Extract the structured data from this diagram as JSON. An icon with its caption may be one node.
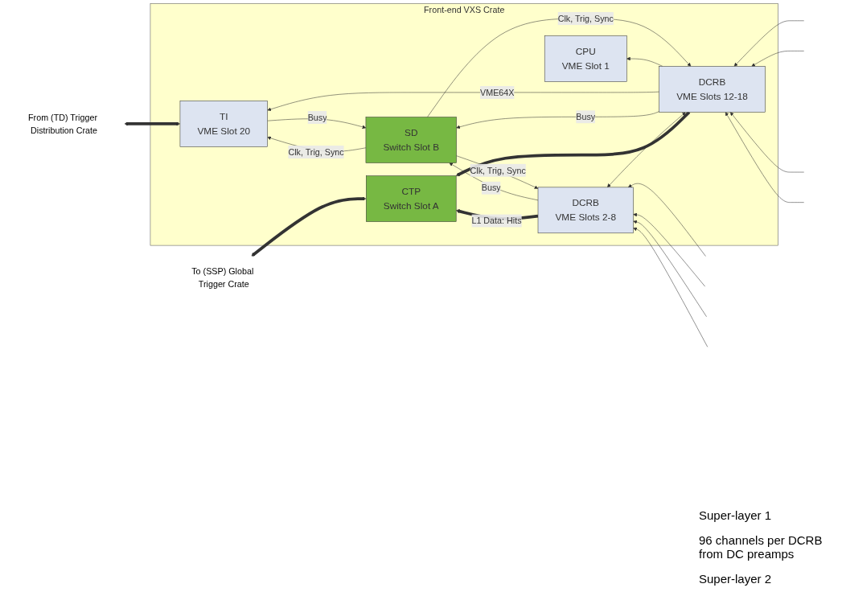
{
  "diagram": {
    "nodes": [
      {
        "text": [
          "Front-end VXS Crate"
        ]
      },
      {
        "text": [
          "CTP",
          "Switch Slot A"
        ],
        "in": 0
      },
      {
        "text": [
          "DCRB",
          "VME Slots 2-8"
        ],
        "in": 0
      },
      {
        "text": [
          "SD",
          "Switch Slot B"
        ],
        "in": 0
      },
      {
        "text": [
          "DCRB",
          "VME Slots 12-18"
        ],
        "in": 0
      },
      {
        "text": [
          "TI",
          "VME Slot 20"
        ],
        "in": 0
      },
      {
        "text": [
          "CPU",
          "VME Slot 1"
        ],
        "in": 0
      },
      {
        "text": [
          "To (SSP) Global Trigger Crate"
        ]
      },
      {
        "text": [
          "From (TD) Trigger Distribution Crate"
        ]
      }
    ],
    "edges": [
      {
        "from": 7,
        "to": 1,
        "arrow": "both",
        "style": "thick"
      },
      {
        "from": 2,
        "to": 1,
        "arrow": "to",
        "label": "L1 Data: Hits",
        "style": "thick"
      },
      {
        "from": 4,
        "to": 1,
        "arrow": "to",
        "style": "thick"
      },
      {
        "from": 3,
        "to": 2,
        "arrow": "to",
        "label": "Clk, Trig, Sync"
      },
      {
        "from": 2,
        "to": 3,
        "arrow": "to",
        "label": "Busy"
      },
      {
        "from": 2,
        "to": 4,
        "arrow": "both"
      },
      {
        "from": 3,
        "to": 4,
        "arrow": "to",
        "label": "Clk, Trig, Sync"
      },
      {
        "from": 4,
        "to": 3,
        "arrow": "to",
        "label": "Busy"
      },
      {
        "from": 5,
        "to": 3,
        "arrow": "to",
        "label": "Busy"
      },
      {
        "from": 3,
        "to": 5,
        "arrow": "to",
        "label": "Clk, Trig, Sync"
      },
      {
        "from": 4,
        "to": 5,
        "arrow": "to",
        "label": "VME64X"
      },
      {
        "from": 4,
        "to": 6,
        "arrow": "to"
      },
      {
        "from": 8,
        "to": 5,
        "arrow": "both",
        "style": "thick"
      },
      {
        "from": null,
        "to": 2,
        "arrow": "to"
      },
      {
        "from": null,
        "to": 2,
        "arrow": "to"
      },
      {
        "from": null,
        "to": 2,
        "arrow": "to"
      },
      {
        "from": null,
        "to": 2,
        "arrow": "to"
      },
      {
        "from": null,
        "to": 4,
        "arrow": "to"
      },
      {
        "from": null,
        "to": 4,
        "arrow": "to"
      },
      {
        "from": null,
        "to": 4,
        "arrow": "to"
      },
      {
        "from": null,
        "to": 4,
        "arrow": "to"
      }
    ],
    "labels": [
      "Super-layer 1",
      "96 channels per DCRB from DC preamps",
      "Super-layer 2"
    ]
  }
}
